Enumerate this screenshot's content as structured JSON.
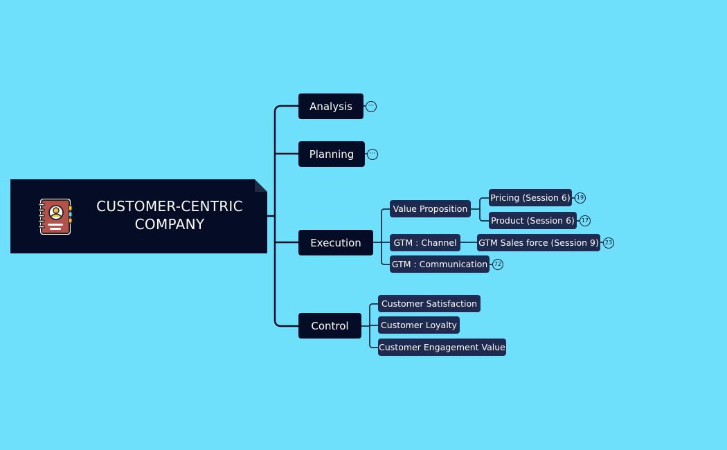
{
  "root": {
    "title_line1": "CUSTOMER-CENTRIC",
    "title_line2": "COMPANY",
    "icon": "contact-book-icon"
  },
  "branches": {
    "analysis": {
      "label": "Analysis",
      "collapsed_marker": "···"
    },
    "planning": {
      "label": "Planning",
      "collapsed_marker": "···"
    },
    "execution": {
      "label": "Execution",
      "value_proposition": {
        "label": "Value Proposition",
        "pricing": {
          "label": "Pricing (Session 6)",
          "count": "19"
        },
        "product": {
          "label": "Product (Session 6)",
          "count": "17"
        }
      },
      "gtm_channel": {
        "label": "GTM : Channel",
        "sales_force": {
          "label": "GTM Sales force (Session 9)",
          "count": "23"
        }
      },
      "gtm_communication": {
        "label": "GTM : Communication",
        "count": "72"
      }
    },
    "control": {
      "label": "Control",
      "items": [
        "Customer Satisfaction",
        "Customer Loyalty",
        "Customer Engagement Value"
      ]
    }
  },
  "colors": {
    "background": "#6ee0fb",
    "node_dark": "#050d26",
    "node_sub": "#1e2a4f",
    "text": "#ffffff"
  }
}
